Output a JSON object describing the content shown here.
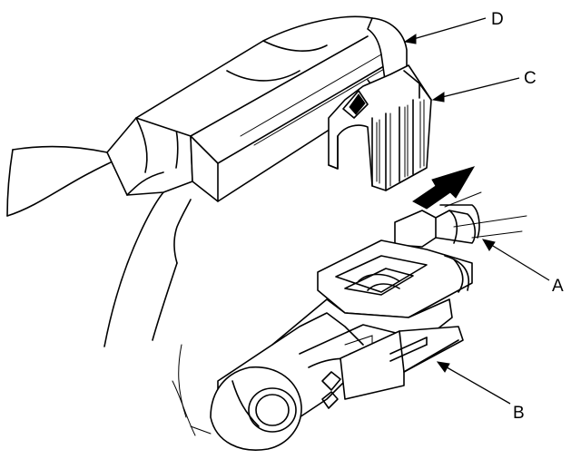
{
  "callouts": {
    "a": "A",
    "b": "B",
    "c": "C",
    "d": "D"
  },
  "direction_arrow": "arrow-right-up"
}
